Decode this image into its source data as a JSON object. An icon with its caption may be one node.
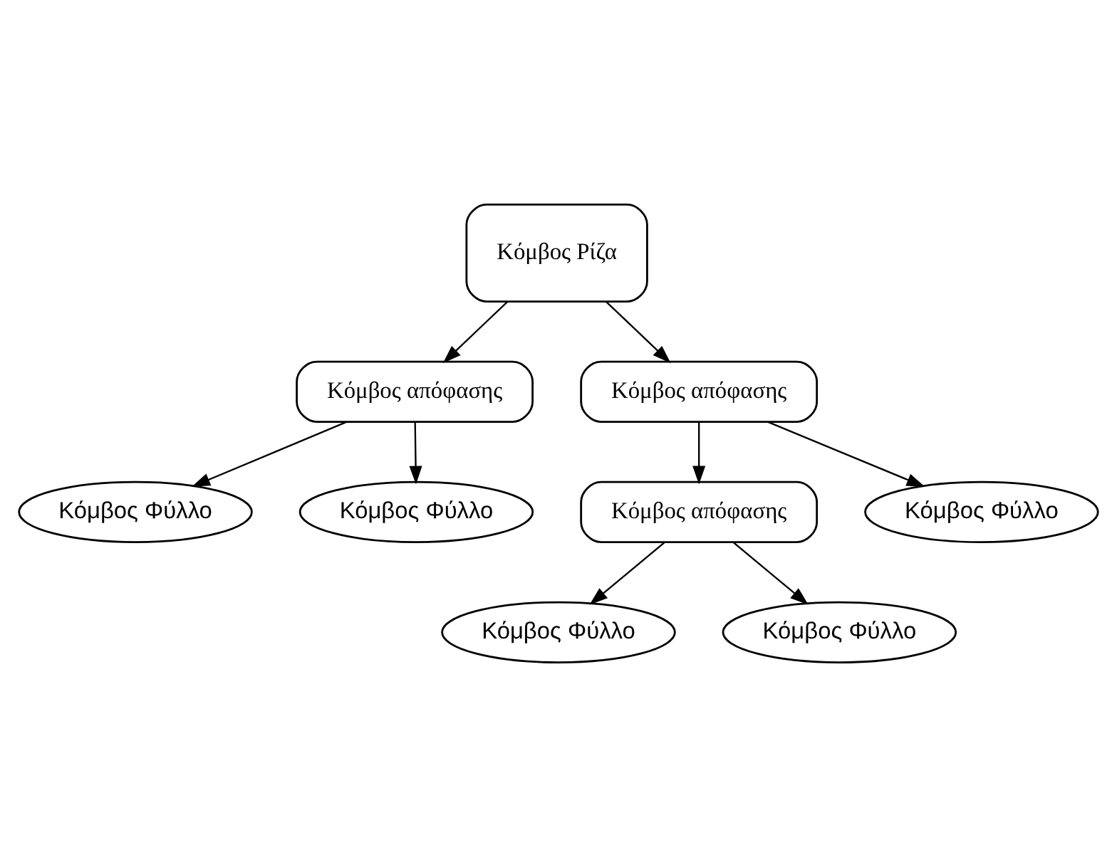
{
  "diagram": {
    "nodes": [
      {
        "text": [
          "Κόμβος Ρίζα"
        ]
      },
      {
        "text": [
          "Κόμβος απόφασης"
        ]
      },
      {
        "text": [
          "Κόμβος απόφασης"
        ]
      },
      {
        "text": [
          "Κόμβος Φύλλο"
        ]
      },
      {
        "text": [
          "Κόμβος Φύλλο"
        ]
      },
      {
        "text": [
          "Κόμβος απόφασης"
        ]
      },
      {
        "text": [
          "Κόμβος Φύλλο"
        ]
      },
      {
        "text": [
          "Κόμβος Φύλλο"
        ]
      },
      {
        "text": [
          "Κόμβος Φύλλο"
        ]
      }
    ],
    "edges": [
      {
        "from": 0,
        "to": 1,
        "arrow": "to"
      },
      {
        "from": 0,
        "to": 2,
        "arrow": "to"
      },
      {
        "from": 1,
        "to": 3,
        "arrow": "to"
      },
      {
        "from": 1,
        "to": 4,
        "arrow": "to"
      },
      {
        "from": 2,
        "to": 5,
        "arrow": "to"
      },
      {
        "from": 2,
        "to": 6,
        "arrow": "to"
      },
      {
        "from": 5,
        "to": 7,
        "arrow": "to"
      },
      {
        "from": 5,
        "to": 8,
        "arrow": "to"
      }
    ]
  }
}
